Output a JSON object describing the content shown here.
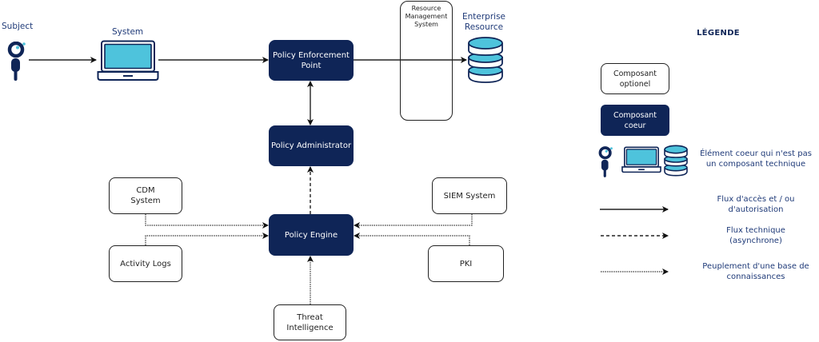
{
  "diagram": {
    "actors": {
      "subject": {
        "label": "Subject",
        "icon": "user-icon"
      },
      "system": {
        "label": "System",
        "icon": "laptop-icon"
      },
      "enterprise_resource": {
        "label": "Enterprise\nResource",
        "icon": "database-icon"
      }
    },
    "core_components": {
      "pep": "Policy Enforcement\nPoint",
      "pa": "Policy Administrator",
      "pe": "Policy Engine"
    },
    "optional_components": {
      "rms": "Resource\nManagement\nSystem",
      "cdm": "CDM\nSystem",
      "activity_logs": "Activity Logs",
      "siem": "SIEM System",
      "pki": "PKI",
      "threat_intel": "Threat\nIntelligence"
    },
    "flows": [
      {
        "from": "Subject",
        "to": "System",
        "type": "access"
      },
      {
        "from": "System",
        "to": "Policy Enforcement Point",
        "type": "access"
      },
      {
        "from": "Policy Enforcement Point",
        "to": "Enterprise Resource",
        "type": "access",
        "via": "Resource Management System"
      },
      {
        "from": "Policy Enforcement Point",
        "to": "Policy Administrator",
        "type": "access",
        "bidirectional": true
      },
      {
        "from": "Policy Engine",
        "to": "Policy Administrator",
        "type": "technical"
      },
      {
        "from": "CDM System",
        "to": "Policy Engine",
        "type": "knowledge"
      },
      {
        "from": "Activity Logs",
        "to": "Policy Engine",
        "type": "knowledge"
      },
      {
        "from": "SIEM System",
        "to": "Policy Engine",
        "type": "knowledge"
      },
      {
        "from": "PKI",
        "to": "Policy Engine",
        "type": "knowledge"
      },
      {
        "from": "Threat Intelligence",
        "to": "Policy Engine",
        "type": "knowledge"
      }
    ]
  },
  "legend": {
    "title": "LÉGENDE",
    "optional_box": "Composant\noptionel",
    "core_box": "Composant\ncoeur",
    "non_technical_core": "Élément coeur qui n'est pas\nun composant technique",
    "access_flow": "Flux d'accès et / ou\nd'autorisation",
    "technical_flow": "Flux technique\n(asynchrone)",
    "knowledge_flow": "Peuplement d'une base de\nconnaissances"
  },
  "colors": {
    "core_fill": "#0f2557",
    "accent": "#4ec3dc",
    "text": "#1f3a78",
    "line": "#222222"
  }
}
